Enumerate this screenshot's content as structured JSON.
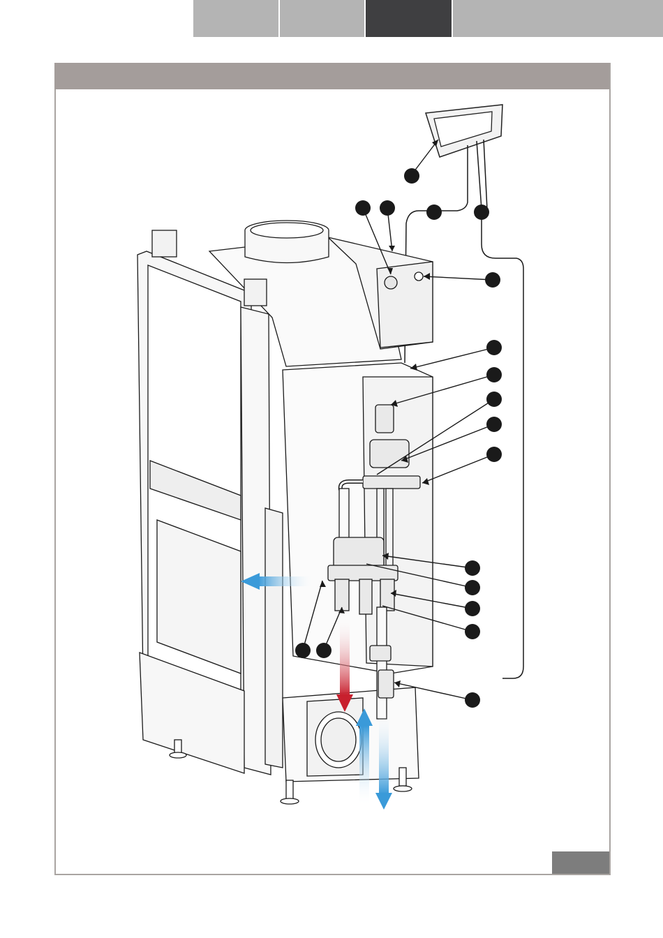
{
  "nav_tabs": [
    {
      "label": "",
      "active": false
    },
    {
      "label": "",
      "active": false
    },
    {
      "label": "",
      "active": true
    },
    {
      "label": "",
      "active": false
    }
  ],
  "section_header": {
    "title": ""
  },
  "page_number": "",
  "diagram": {
    "callouts": [
      {
        "id": 1,
        "label": ""
      },
      {
        "id": 2,
        "label": ""
      },
      {
        "id": 3,
        "label": ""
      },
      {
        "id": 4,
        "label": ""
      },
      {
        "id": 5,
        "label": ""
      },
      {
        "id": 6,
        "label": ""
      },
      {
        "id": 7,
        "label": ""
      },
      {
        "id": 8,
        "label": ""
      },
      {
        "id": 9,
        "label": ""
      },
      {
        "id": 10,
        "label": ""
      },
      {
        "id": 11,
        "label": ""
      },
      {
        "id": 12,
        "label": ""
      },
      {
        "id": 13,
        "label": ""
      },
      {
        "id": 14,
        "label": ""
      },
      {
        "id": 15,
        "label": ""
      },
      {
        "id": 16,
        "label": ""
      },
      {
        "id": 17,
        "label": ""
      },
      {
        "id": 18,
        "label": ""
      },
      {
        "id": 19,
        "label": ""
      }
    ],
    "colors": {
      "hot_flow": "#c8202e",
      "cold_flow": "#3a9ad9",
      "line": "#1a1a1a",
      "callout": "#1a1a1a"
    }
  }
}
